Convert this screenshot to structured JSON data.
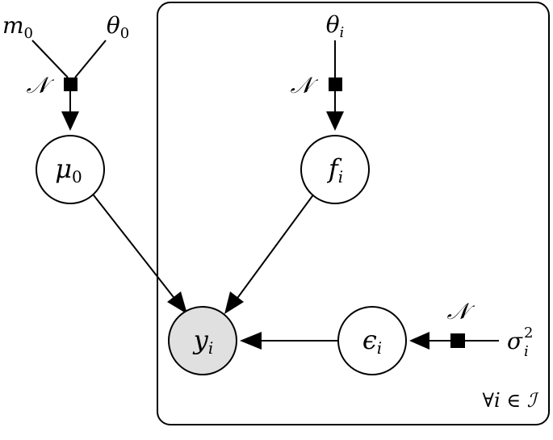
{
  "diagram": {
    "plate_label": "∀i ∈ ℐ",
    "nodes": {
      "mu0": {
        "symbol": "μ",
        "sub": "0",
        "observed": false
      },
      "fi": {
        "symbol": "f",
        "sub": "i",
        "observed": false
      },
      "yi": {
        "symbol": "y",
        "sub": "i",
        "observed": true
      },
      "epsi": {
        "symbol": "ϵ",
        "sub": "i",
        "observed": false
      }
    },
    "params": {
      "m0": {
        "symbol": "m",
        "sub": "0"
      },
      "theta0": {
        "symbol": "θ",
        "sub": "0"
      },
      "thetai": {
        "symbol": "θ",
        "sub": "i"
      },
      "sigmai": {
        "symbol": "σ",
        "sub": "i",
        "sup": "2"
      }
    },
    "factors": {
      "prior_mu0": "𝒩",
      "prior_fi": "𝒩",
      "prior_eps": "𝒩"
    },
    "colors": {
      "observed_fill": "#e0e0e0",
      "latent_fill": "#ffffff",
      "stroke": "#000000"
    }
  }
}
